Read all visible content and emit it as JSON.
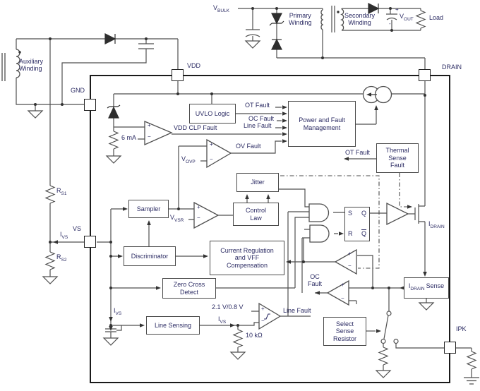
{
  "pins": {
    "vdd": "VDD",
    "gnd": "GND",
    "drain": "DRAIN",
    "vs": "VS",
    "ipk": "IPK"
  },
  "windings": {
    "aux1": "Auxiliary",
    "aux2": "Winding",
    "pri1": "Primary",
    "pri2": "Winding",
    "sec1": "Secondary",
    "sec2": "Winding"
  },
  "ext": {
    "vbulk_base": "V",
    "vbulk_sub": "BULK",
    "vout_base": "V",
    "vout_sub": "OUT",
    "load": "Load",
    "plus": "+",
    "minus": "-",
    "rs1_base": "R",
    "rs1_sub": "S1",
    "rs2_base": "R",
    "rs2_sub": "S2",
    "ivs_base": "I",
    "ivs_sub": "VS"
  },
  "blocks": {
    "uvlo": "UVLO Logic",
    "pfm1": "Power and Fault",
    "pfm2": "Management",
    "thermal1": "Thermal",
    "thermal2": "Sense",
    "thermal3": "Fault",
    "jitter": "Jitter",
    "control1": "Control",
    "control2": "Law",
    "sampler": "Sampler",
    "discriminator": "Discriminator",
    "curreg1": "Current Regulation",
    "curreg2": "and VFF",
    "curreg3": "Compensation",
    "zcd1": "Zero Cross",
    "zcd2": "Detect",
    "linesense": "Line Sensing",
    "sel1": "Select",
    "sel2": "Sense",
    "sel3": "Resistor",
    "ids_base": "I",
    "ids_sub": "DRAIN",
    "ids_rest": "Sense"
  },
  "signals": {
    "ot": "OT Fault",
    "oc": "OC Fault",
    "line": "Line Fault",
    "vddclp": "VDD CLP Fault",
    "ov": "OV Fault",
    "ot2": "OT Fault",
    "oc2a": "OC",
    "oc2b": "Fault",
    "linefault2": "Line Fault",
    "idrain_base": "I",
    "idrain_sub": "DRAIN"
  },
  "values": {
    "bias": "6 mA",
    "vovp_base": "V",
    "vovp_sub": "OVP",
    "vvsr_base": "V",
    "vvsr_sub": "VSR",
    "thresh": "2.1 V/0.8 V",
    "rline": "10 kΩ"
  },
  "ff": {
    "s": "S",
    "q": "Q",
    "r": "R",
    "qb": "Q"
  },
  "cmp": {
    "p": "+",
    "m": "−"
  }
}
